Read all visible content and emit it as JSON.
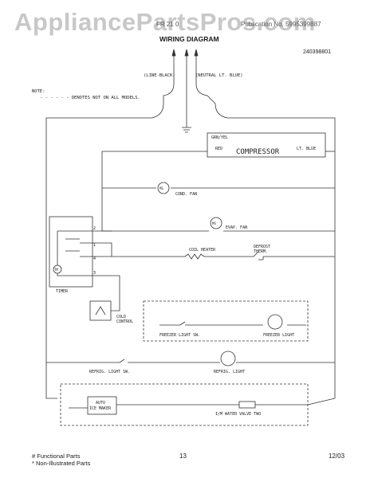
{
  "header": {
    "watermark": "AppliancePartsPros.com",
    "model": "FR 21 0",
    "publication": "Publication No. 5995399887",
    "title": "WIRING DIAGRAM",
    "diagram_part_no": "240398801"
  },
  "diagram": {
    "line_label": "(LINE-BLACK)",
    "neutral_label": "(NEUTRAL LT. BLUE)",
    "note_title": "NOTE:",
    "note_text": "- - - - - - DENOTES NOT ON ALL MODELS.",
    "grn_yel": "GRN/YEL",
    "red": "RED",
    "lt_blue": "LT. BLUE",
    "compressor": "COMPRESSOR",
    "cond_fan": "COND. FAN",
    "evap_fan": "EVAP. FAN",
    "coil_heater": "COIL HEATER",
    "defrost_therm_1": "DEFROST",
    "defrost_therm_2": "THERM.",
    "timer": "TIMER",
    "tm": "TM",
    "timer_terminals": [
      "2",
      "1",
      "4",
      "3"
    ],
    "cold_control_1": "COLD",
    "cold_control_2": "CONTROL",
    "freezer_light_sw": "FREEZER LIGHT SW.",
    "freezer_light": "FREEZER LIGHT",
    "refrig_light_sw": "REFRIG. LIGHT SW.",
    "refrig_light": "REFRIG. LIGHT",
    "auto_ice_maker_1": "AUTO",
    "auto_ice_maker_2": "ICE MAKER",
    "im_water_valve": "I/M WATER VALVE TWO"
  },
  "footer": {
    "functional": "# Functional Parts",
    "non_illustrated": "* Non-Illustrated Parts",
    "page": "13",
    "date": "12/03"
  }
}
